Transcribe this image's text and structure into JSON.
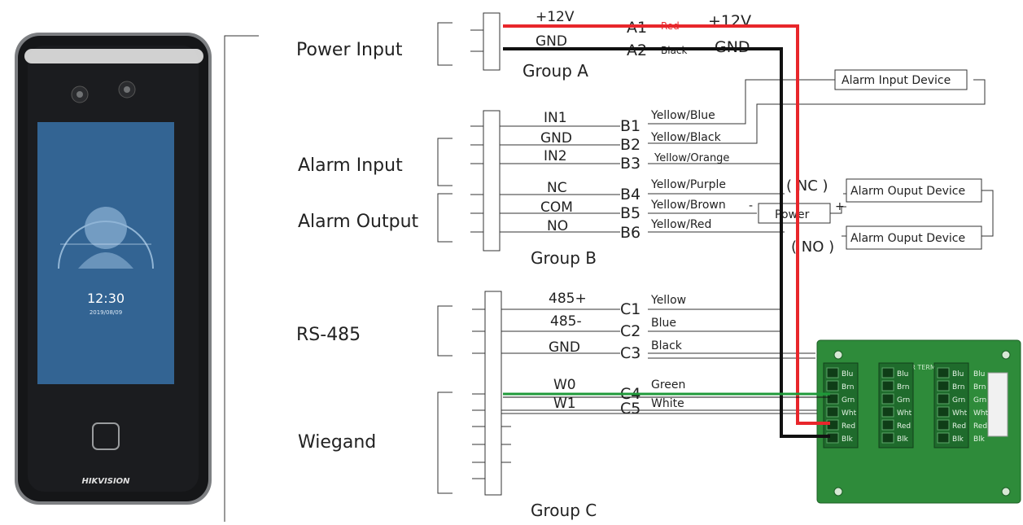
{
  "device": {
    "brand": "HIKVISION",
    "clock_time": "12:30",
    "clock_date": "2019/08/09"
  },
  "sections": {
    "power_input": "Power Input",
    "alarm_input": "Alarm Input",
    "alarm_output": "Alarm Output",
    "rs485": "RS-485",
    "wiegand": "Wiegand"
  },
  "groups": {
    "a": "Group A",
    "b": "Group B",
    "c": "Group C"
  },
  "group_a": {
    "pins": [
      "+12V",
      "GND"
    ],
    "terminals": [
      "A1",
      "A2"
    ],
    "wires": [
      "Red",
      "Black"
    ],
    "targets": [
      "+12V",
      "GND"
    ]
  },
  "group_b": {
    "pins": [
      "IN1",
      "GND",
      "IN2",
      "NC",
      "COM",
      "NO"
    ],
    "terminals": [
      "B1",
      "B2",
      "B3",
      "B4",
      "B5",
      "B6"
    ],
    "wires": [
      "Yellow/Blue",
      "Yellow/Black",
      "Yellow/Orange",
      "Yellow/Purple",
      "Yellow/Brown",
      "Yellow/Red"
    ]
  },
  "group_c": {
    "pins": [
      "485+",
      "485-",
      "GND",
      "W0",
      "W1"
    ],
    "terminals": [
      "C1",
      "C2",
      "C3",
      "C4",
      "C5"
    ],
    "wires": [
      "Yellow",
      "Blue",
      "Black",
      "Green",
      "White"
    ]
  },
  "devices": {
    "alarm_input_device": "Alarm Input Device",
    "alarm_output_device_1": "Alarm Ouput Device",
    "alarm_output_device_2": "Alarm Ouput Device",
    "power": "Power",
    "nc_label": "( NC )",
    "no_label": "( NO )",
    "minus": "-",
    "plus": "+"
  },
  "terminal_board": {
    "header": "READER TERMINAL",
    "rows": [
      "Blu",
      "Brn",
      "Grn",
      "Wht",
      "Red",
      "Blk"
    ]
  },
  "colors": {
    "red_wire": "#e8262b",
    "black_wire": "#111111",
    "green_wire": "#1f9a3a",
    "board": "#2e8b3a",
    "connector": "#1f6b2c"
  }
}
